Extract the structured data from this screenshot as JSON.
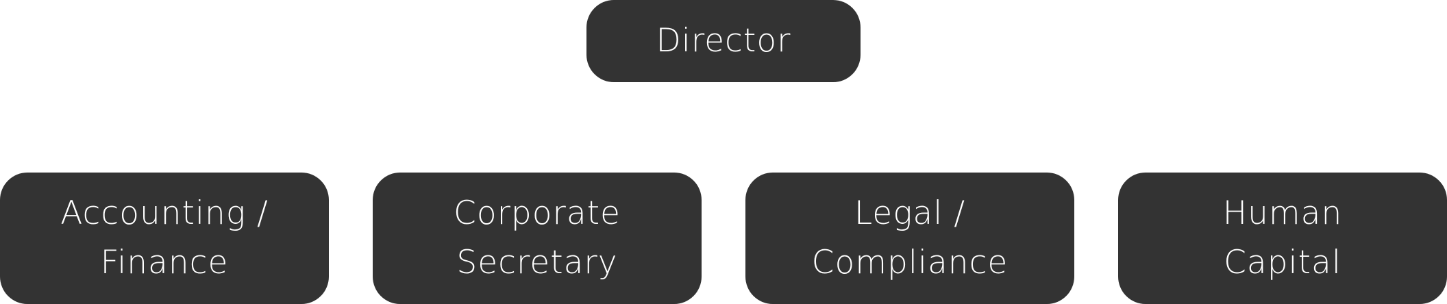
{
  "director": {
    "label": "Director"
  },
  "departments": [
    {
      "line1": "Accounting /",
      "line2": "Finance"
    },
    {
      "line1": "Corporate",
      "line2": "Secretary"
    },
    {
      "line1": "Legal /",
      "line2": "Compliance"
    },
    {
      "line1": "Human",
      "line2": "Capital"
    }
  ],
  "colors": {
    "node_fill": "#333333",
    "node_text": "#ffffff",
    "background": "#ffffff"
  }
}
